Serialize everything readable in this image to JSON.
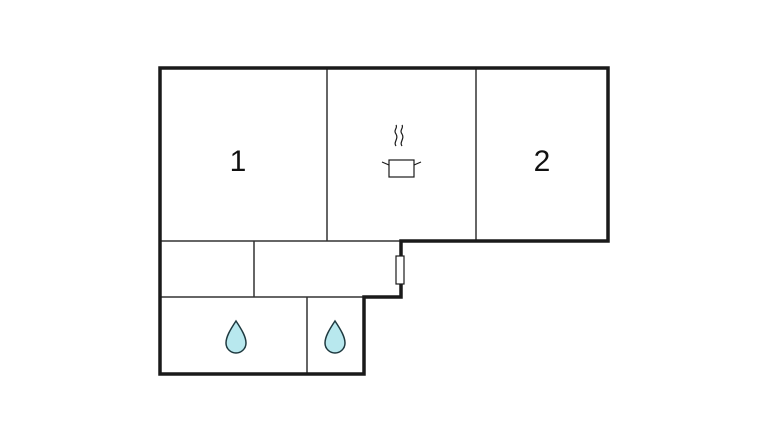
{
  "floorplan": {
    "rooms": [
      {
        "id": "bedroom-1",
        "label": "1"
      },
      {
        "id": "kitchen",
        "label": "",
        "icon": "cooking-pot-icon"
      },
      {
        "id": "bedroom-2",
        "label": "2"
      },
      {
        "id": "hall-left",
        "label": ""
      },
      {
        "id": "hall-right",
        "label": ""
      },
      {
        "id": "bathroom-1",
        "label": "",
        "icon": "water-drop-icon"
      },
      {
        "id": "bathroom-2",
        "label": "",
        "icon": "water-drop-icon"
      }
    ],
    "fixtures": [
      {
        "id": "radiator",
        "icon": "radiator-icon"
      }
    ],
    "colors": {
      "wall": "#1a1a1a",
      "inner_wall": "#333333",
      "water_fill": "#b8e8ee",
      "water_stroke": "#1f3a40",
      "background": "#ffffff"
    }
  }
}
